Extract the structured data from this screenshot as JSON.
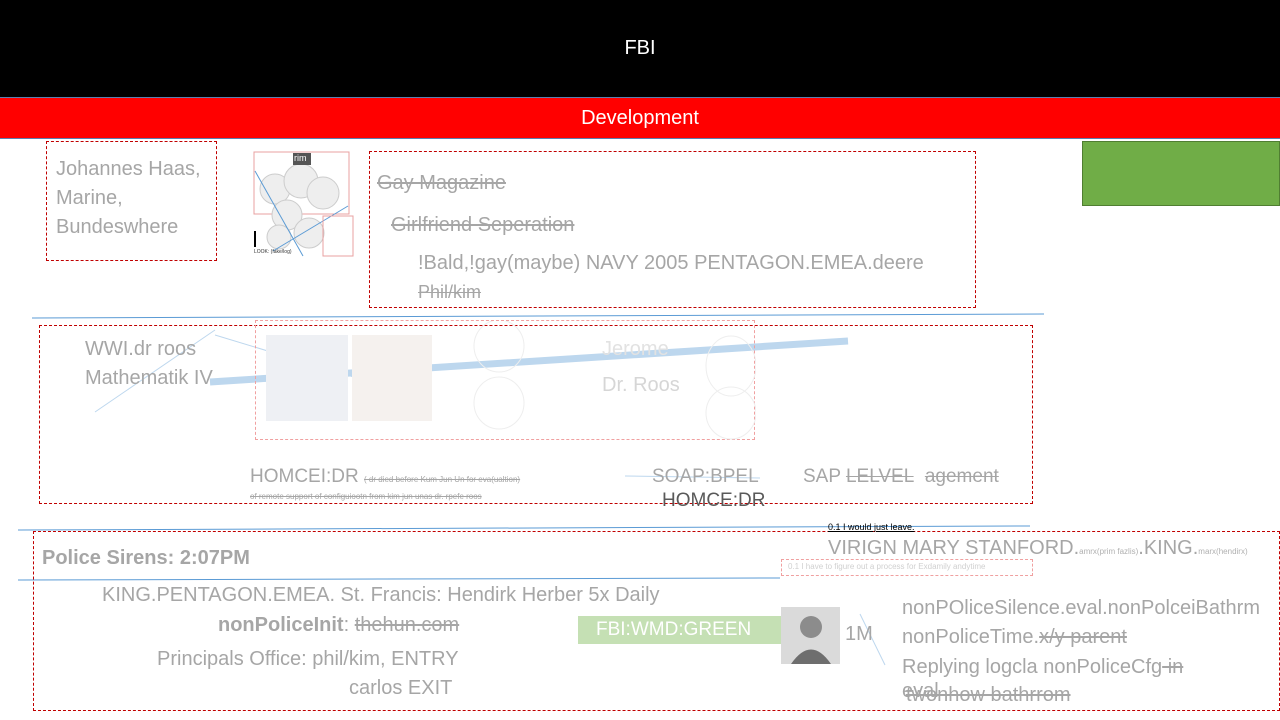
{
  "header": {
    "title": "FBI"
  },
  "banner": {
    "title": "Development"
  },
  "accent": {
    "black": "#000000",
    "red": "#ff0000",
    "green": "#70ad47",
    "light_green": "#c5e0b4",
    "border_red": "#c00000"
  },
  "profile": {
    "line1": "Johannes Haas,",
    "line2": "Marine,",
    "line3": "Bundeswhere"
  },
  "notes_box": {
    "gay_magazine": "Gay Magazine",
    "girlfriend": "Girlfriend Seperation",
    "bald_line": "!Bald,!gay(maybe)  NAVY 2005  PENTAGON.EMEA.deere",
    "phil_kim": "Phil/kim"
  },
  "thumb": {
    "label": "rim",
    "caption": "LOOK: (fake/log)"
  },
  "wwi": {
    "line1": "WWI.dr roos",
    "line2": "Mathematik IV",
    "jerome": "Jerome",
    "dr_roos": "Dr. Roos",
    "homcei": "HOMCEI:DR",
    "homcei_note": "( dr died before Kum Jun Un for eva(ualtion)",
    "remote_note": "of remote support of configuiootn from kim jun unas dr. rpefe roos",
    "soap": "SOAP:BPEL",
    "sap_prefix": "SAP",
    "sap_strike": "LELVEL",
    "sap_suffix": "agement",
    "homce_dr": "HOMCE:DR"
  },
  "police": {
    "sirens": "Police Sirens: 2:07PM",
    "king_line": "KING.PENTAGON.EMEA. St. Francis:  Hendirk Herber 5x Daily",
    "init_label": "nonPoliceInit",
    "init_sep": ": ",
    "init_value": "thehun.com",
    "principals": "Principals Office: phil/kim, ENTRY",
    "carlos": "carlos  EXIT",
    "wmd": "FBI:WMD:GREEN",
    "count": "1M",
    "i_would": "0.1 I would just leave.",
    "virign": "VIRIGN MARY STANFORD.",
    "virign_small1": "amrx(prim fazlis)",
    "virign_king": ".KING.",
    "virign_small2": "marx(hendirx)",
    "figure_note": "0.1 I have to figure out a process for Exdamily andytime",
    "silence": "nonPOliceSilence.eval.nonPolceiBathrm",
    "time_label": "nonPoliceTime.",
    "time_strike": "x/y parent",
    "replying": "Replying logcla nonPoliceCfg",
    "replying_strike": " in",
    "eval": "eval",
    "twonhow": "twonhow bathrrom"
  }
}
